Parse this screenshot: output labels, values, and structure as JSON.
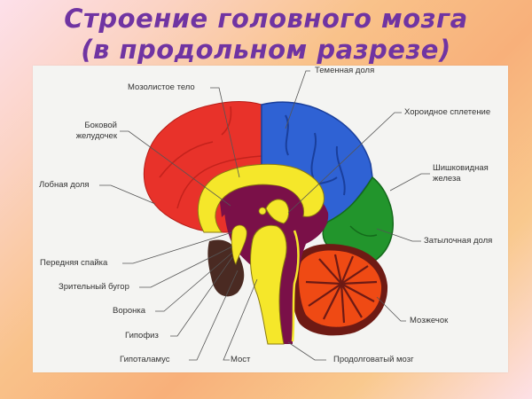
{
  "title": {
    "line1": "Строение головного мозга",
    "line2": "(в продольном разрезе)"
  },
  "labels": {
    "corpus_callosum": "Мозолистое тело",
    "lateral_ventricle_1": "Боковой",
    "lateral_ventricle_2": "желудочек",
    "frontal_lobe": "Лобная доля",
    "anterior_commissure": "Передняя спайка",
    "thalamus": "Зрительный бугор",
    "infundibulum": "Воронка",
    "pituitary": "Гипофиз",
    "hypothalamus": "Гипоталамус",
    "pons": "Мост",
    "parietal_lobe": "Теменная доля",
    "choroid_plexus": "Хороидное сплетение",
    "pineal_gland_1": "Шишковидная",
    "pineal_gland_2": "железа",
    "occipital_lobe": "Затылочная доля",
    "cerebellum": "Мозжечок",
    "medulla": "Продолговатый мозг"
  },
  "colors": {
    "title": "#7034a2",
    "frontal": "#e8322a",
    "parietal": "#2f62d4",
    "occipital": "#22952c",
    "cerebellum": "#ef4a14",
    "cerebellum_dark": "#6e1a14",
    "yellow": "#f5e72a",
    "purple": "#7a1048",
    "brown": "#4a2a22"
  }
}
